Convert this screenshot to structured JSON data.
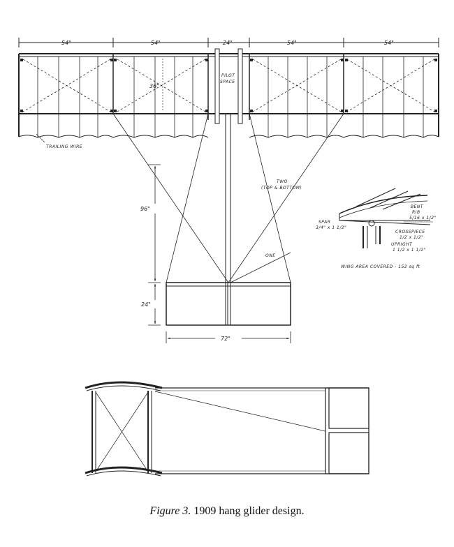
{
  "caption": {
    "figure_label": "Figure 3.",
    "title": "1909 hang glider design."
  },
  "dimensions": {
    "wing_panel": "54\"",
    "center_gap": "24\"",
    "chord": "36\"",
    "tail_boom": "96\"",
    "tail_chord": "24\"",
    "tail_span": "72\""
  },
  "labels": {
    "pilot_space": [
      "PILOT",
      "SPACE"
    ],
    "trailing_wire": "TRAILING WIRE",
    "two_wires": [
      "TWO",
      "(TOP & BOTTOM)"
    ],
    "one_wire": "ONE",
    "spar": [
      "SPAR",
      "3/4\" x 1 1/2\""
    ],
    "bent_rib": [
      "BENT",
      "RIB",
      "5/16 x 1/2\""
    ],
    "crosspiece": [
      "CROSSPIECE",
      "1/2 x 1/2\""
    ],
    "upright": [
      "UPRIGHT",
      "1 1/2 x 1 1/2\""
    ],
    "wing_area": "WING AREA COVERED - 152 sq ft"
  }
}
